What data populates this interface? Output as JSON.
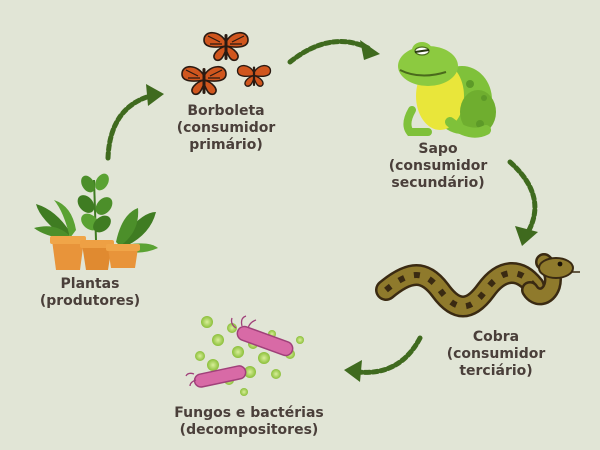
{
  "nodes": {
    "butterfly": {
      "name": "Borboleta",
      "role": "(consumidor",
      "role2": "primário)"
    },
    "frog": {
      "name": "Sapo",
      "role": "(consumidor",
      "role2": "secundário)"
    },
    "snake": {
      "name": "Cobra",
      "role": "(consumidor",
      "role2": "terciário)"
    },
    "decomposers": {
      "name": "Fungos e bactérias",
      "role": "(decompositores)"
    },
    "plants": {
      "name": "Plantas",
      "role": "(produtores)"
    }
  },
  "colors": {
    "background": "#e1e5d6",
    "arrow": "#3f6a1e",
    "text": "#4a3f3a"
  }
}
